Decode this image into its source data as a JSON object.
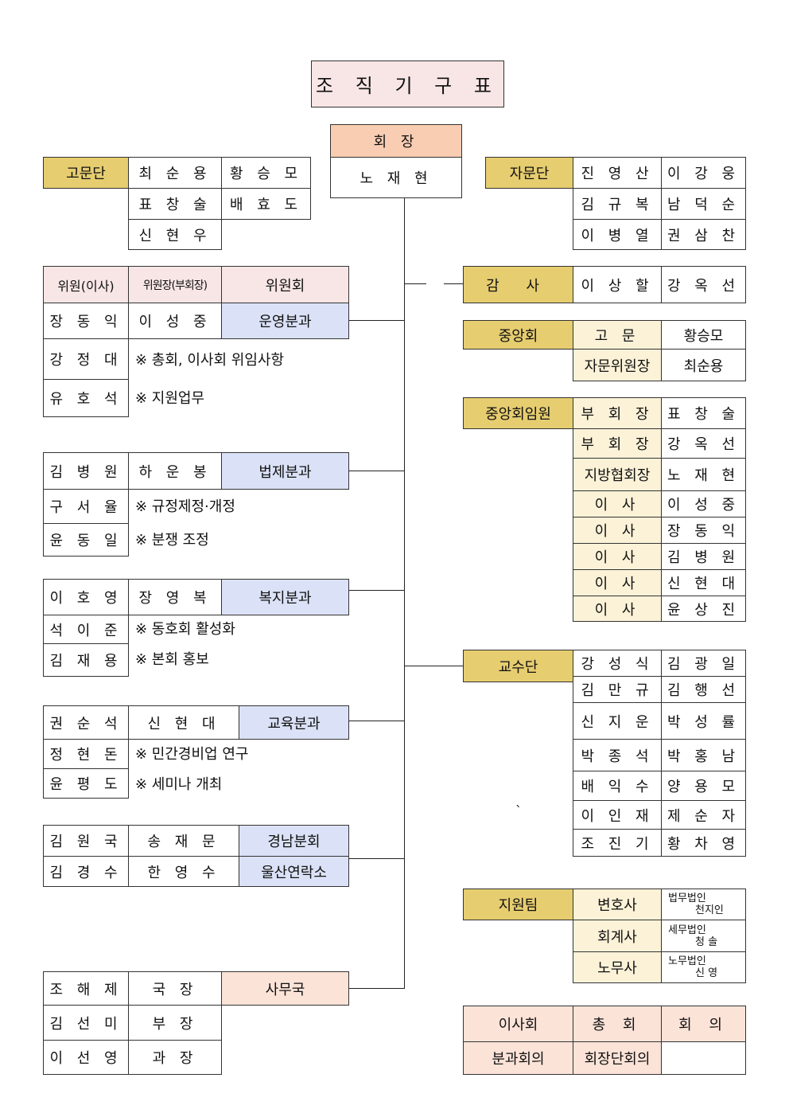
{
  "title": "조 직 기 구 표",
  "president": {
    "label": "회 장",
    "name": "노 재 현"
  },
  "gomundan": {
    "label": "고문단",
    "names": [
      "최 순 용",
      "황 승 모",
      "표 창 술",
      "배 효 도",
      "신 현 우"
    ]
  },
  "jamundan": {
    "label": "자문단",
    "names": [
      "진 영 산",
      "이 강 웅",
      "김 규 복",
      "남 덕 순",
      "이 병 열",
      "권 삼 찬"
    ]
  },
  "committee": {
    "h1": "위원(이사)",
    "h2": "위원장(부회장)",
    "h3": "위원회"
  },
  "operations": {
    "member1": "장 동 익",
    "chair": "이 성 중",
    "unit": "운영분과",
    "member2": "강 정 대",
    "duty1": "※ 총회, 이사회 위임사항",
    "member3": "유 호 석",
    "duty2": "※ 지원업무"
  },
  "legal": {
    "member1": "김 병 원",
    "chair": "하 운 봉",
    "unit": "법제분과",
    "member2": "구 서 율",
    "duty1": "※ 규정제정·개정",
    "member3": "윤 동 일",
    "duty2": "※ 분쟁 조정"
  },
  "welfare": {
    "member1": "이 호 영",
    "chair": "장 영 복",
    "unit": "복지분과",
    "member2": "석 이 준",
    "duty1": "※ 동호회 활성화",
    "member3": "김 재 용",
    "duty2": "※ 본회 홍보"
  },
  "education": {
    "member1": "권 순 석",
    "chair": "신 현 대",
    "unit": "교육분과",
    "member2": "정 현 돈",
    "duty1": "※ 민간경비업 연구",
    "member3": "윤 평 도",
    "duty2": "※ 세미나 개최"
  },
  "branches": {
    "member1": "김 원 국",
    "chair1": "송 재 문",
    "unit1": "경남분회",
    "member2": "김 경 수",
    "chair2": "한 영 수",
    "unit2": "울산연락소"
  },
  "office": {
    "unit": "사무국",
    "rows": [
      {
        "name": "조 해 제",
        "title": "국 장"
      },
      {
        "name": "김 선 미",
        "title": "부 장"
      },
      {
        "name": "이 선 영",
        "title": "과 장"
      }
    ]
  },
  "audit": {
    "label": "감 사",
    "names": [
      "이 상 할",
      "강 옥 선"
    ],
    "dash": "—"
  },
  "central": {
    "label": "중앙회",
    "rows": [
      {
        "role": "고 문",
        "name": "황승모"
      },
      {
        "role": "자문위원장",
        "name": "최순용"
      }
    ]
  },
  "central_officers": {
    "label": "중앙회임원",
    "rows": [
      {
        "role": "부 회 장",
        "name": "표 창 술"
      },
      {
        "role": "부 회 장",
        "name": "강 옥 선"
      },
      {
        "role": "지방협회장",
        "name": "노 재 현"
      },
      {
        "role": "이 사",
        "name": "이 성 중"
      },
      {
        "role": "이 사",
        "name": "장 동 익"
      },
      {
        "role": "이 사",
        "name": "김 병 원"
      },
      {
        "role": "이 사",
        "name": "신 현 대"
      },
      {
        "role": "이 사",
        "name": "윤 상 진"
      }
    ]
  },
  "faculty": {
    "label": "교수단",
    "names": [
      "강 성 식",
      "김 광 일",
      "김 만 규",
      "김 행 선",
      "신 지 운",
      "박 성 률",
      "박 종 석",
      "박 홍 남",
      "배 익 수",
      "양 용 모",
      "이 인 재",
      "제 순 자",
      "조 진 기",
      "황 차 영"
    ],
    "mark": "`"
  },
  "support": {
    "label": "지원팀",
    "rows": [
      {
        "role": "변호사",
        "org": "법무법인",
        "name": "천지인"
      },
      {
        "role": "회계사",
        "org": "세무법인",
        "name": "청 솔"
      },
      {
        "role": "노무사",
        "org": "노무법인",
        "name": "신 영"
      }
    ]
  },
  "meetings": {
    "items": [
      "이사회",
      "총 회",
      "회 의",
      "분과회의",
      "회장단회의"
    ]
  }
}
